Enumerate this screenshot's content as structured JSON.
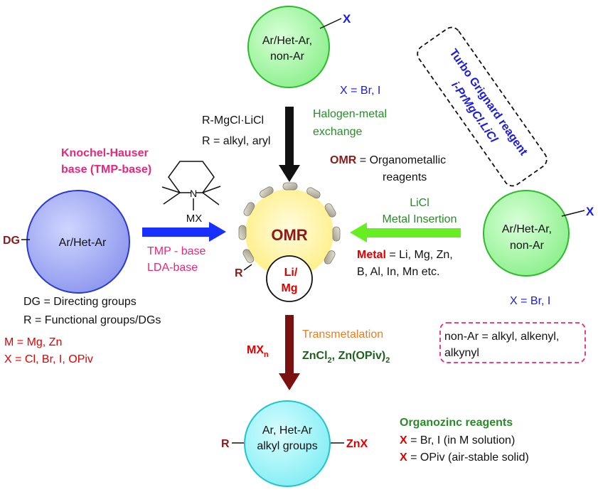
{
  "colors": {
    "green_circle_fill": "#9af59a",
    "green_circle_stroke": "#2dbb2d",
    "blue_circle_fill": "#9aa4f0",
    "blue_circle_stroke": "#2a3ad0",
    "cyan_circle_fill": "#8ff0f4",
    "cyan_circle_stroke": "#22c4cc",
    "omr_glow": "#fff39a",
    "blue_text": "#1a1ae6",
    "green_text": "#2a8a2a",
    "dark_green_text": "#1f5f1f",
    "magenta_text": "#e6287a",
    "red_text": "#e00000",
    "dark_red_text": "#8b1a1a",
    "orange_text": "#e67e22",
    "blue_arrow": "#1730ff",
    "green_arrow": "#66ee22",
    "maroon_arrow": "#7a1010"
  },
  "top_reagent": {
    "line1": "Ar/Het-Ar,",
    "line2": "non-Ar",
    "x_label": "X",
    "x_eq": "X = Br, I"
  },
  "turbo_box": {
    "line1": "Turbo Grignard reagent",
    "line2": "i-PrMgCl.LiCl"
  },
  "exchange": {
    "reagent1": "R-MgCl·LiCl",
    "reagent2": "R = alkyl, aryl",
    "label1": "Halogen-metal",
    "label2": "exchange"
  },
  "omr_def": {
    "abbr": "OMR",
    "rest": " = Organometallic",
    "line2": "reagents"
  },
  "knochel": {
    "line1": "Knochel-Hauser",
    "line2": "base (TMP-base)",
    "n_label": "N",
    "mx_label": "MX"
  },
  "left_reagent": {
    "label": "Ar/Het-Ar",
    "dg": "DG",
    "base1": "TMP - base",
    "base2": "LDA-base"
  },
  "center": {
    "omr": "OMR",
    "metal1": "Li/",
    "metal2": "Mg",
    "r_label": "R"
  },
  "right_reagent": {
    "line1": "Ar/Het-Ar,",
    "line2": "non-Ar",
    "x_label": "X",
    "x_eq": "X = Br, I"
  },
  "insertion": {
    "label1": "LiCl",
    "label2": "Metal Insertion",
    "metal_word": "Metal",
    "metal_rest": " = Li, Mg, Zn,",
    "metal_line2": "B, Al, In, Mn etc."
  },
  "non_ar_box": {
    "line1": "non-Ar = alkyl, alkenyl,",
    "line2": "alkynyl"
  },
  "legend_left": {
    "dg_def": "DG = Directing groups",
    "r_def": "R = Functional groups/DGs",
    "m_def": "M = Mg, Zn",
    "x_def": "X = Cl, Br, I, OPiv"
  },
  "transmetalation": {
    "label": "Transmetalation",
    "mx_base": "MX",
    "mx_sub": "n",
    "zn1_base": "ZnCl",
    "zn1_sub": "2",
    "zn2_base": ", Zn(OPiv)",
    "zn2_sub": "2"
  },
  "product": {
    "line1": "Ar, Het-Ar",
    "line2": "alkyl groups",
    "r_label": "R",
    "znx": "ZnX"
  },
  "organozinc": {
    "title": "Organozinc reagents",
    "x_sym": "X",
    "line1_rest": " = Br, I (in M solution)",
    "line2_rest": " = OPiv (air-stable solid)"
  }
}
